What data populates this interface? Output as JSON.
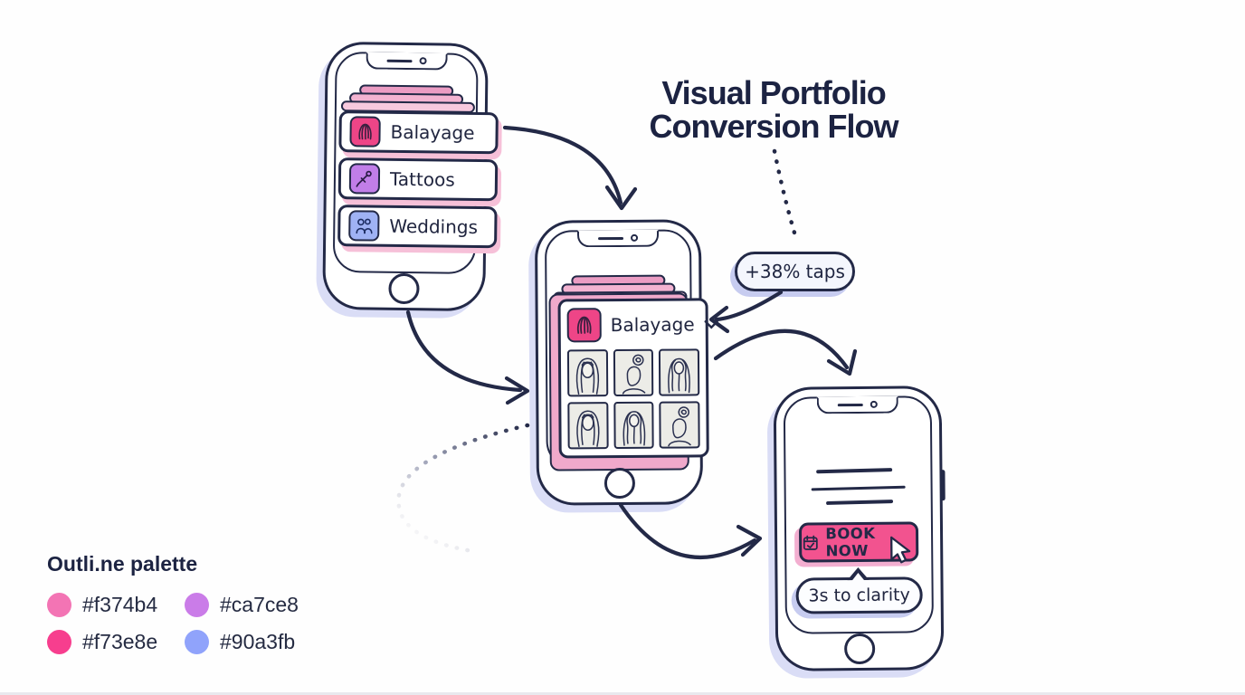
{
  "title": {
    "line1": "Visual Portfolio",
    "line2": "Conversion Flow"
  },
  "flow": {
    "badge_label": "+38% taps"
  },
  "phone1": {
    "items": [
      {
        "label": "Balayage",
        "icon": "hair-icon",
        "color": "#ee4587"
      },
      {
        "label": "Tattoos",
        "icon": "tattoo-machine-icon",
        "color": "#c17ee8"
      },
      {
        "label": "Weddings",
        "icon": "couple-icon",
        "color": "#9fb2f4"
      }
    ]
  },
  "phone2": {
    "dropdown_label": "Balayage",
    "dropdown_icon": "hair-icon",
    "dropdown_color": "#ee4587",
    "gallery": {
      "rows": 2,
      "cols": 3,
      "thumbnail_desc": "hand-drawn hair portrait sketch"
    }
  },
  "phone3": {
    "button_label": "BOOK NOW",
    "button_color": "#f2538f",
    "bubble_label": "3s to clarity"
  },
  "palette": {
    "heading": "Outli.ne palette",
    "swatches": [
      {
        "hex": "#f374b4"
      },
      {
        "hex": "#ca7ce8"
      },
      {
        "hex": "#f73e8e"
      },
      {
        "hex": "#90a3fb"
      }
    ]
  },
  "colors": {
    "outline_navy": "#232947",
    "title_navy": "#1c2342",
    "pink_shadow": "#f6c0d8",
    "lavender_shadow": "#c7ccf0",
    "strip_pink": "#f3b3d1",
    "thumb_bg": "#ecece7"
  }
}
